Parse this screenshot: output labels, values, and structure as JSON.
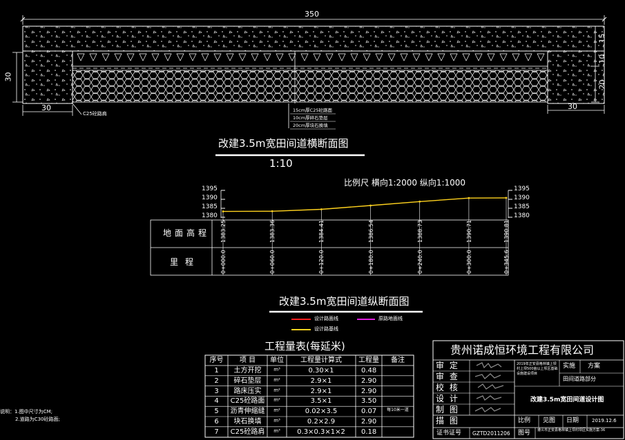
{
  "cross_section": {
    "dim_total_width": "350",
    "dim_height_left": "30",
    "dim_shoulder_left": "30",
    "dim_shoulder_right": "30",
    "dim_layer_top": "15",
    "dim_layer_mid": "10",
    "dim_layer_bottom": "20",
    "shoulder_label": "C25砼路肩",
    "layer_notes": [
      "15cm厚C25砼路面",
      "10cm厚碎石垫层",
      "20cm厚块石换填"
    ],
    "title": "改建3.5m宽田间道横断面图",
    "scale": "1:10"
  },
  "profile": {
    "scale_text": "比例尺  横向1:2000 纵向1:1000",
    "y_ticks": [
      "1395",
      "1390",
      "1385",
      "1380"
    ],
    "row_ground_label": "地面高程",
    "row_station_label": "里程",
    "elevations": [
      "1383.25",
      "1383.36",
      "1384.41",
      "1386.54",
      "1388.73",
      "1390.71",
      "1390.81"
    ],
    "stations": [
      "0+000.0",
      "0+060.0",
      "0+120.0",
      "0+180.0",
      "0+240.0",
      "0+300.0",
      "0+345.6"
    ],
    "title": "改建3.5m宽田间道纵断面图",
    "legend": [
      {
        "label": "设计路面线",
        "color": "#ff2020"
      },
      {
        "label": "原路地面线",
        "color": "#e020e0"
      },
      {
        "label": "设计路基线",
        "color": "#ffd21e"
      }
    ]
  },
  "chart_data": {
    "type": "line",
    "title": "改建3.5m宽田间道纵断面图",
    "xlabel": "里程",
    "ylabel": "地面高程",
    "x": [
      "0+000.0",
      "0+060.0",
      "0+120.0",
      "0+180.0",
      "0+240.0",
      "0+300.0",
      "0+345.6"
    ],
    "x_numeric": [
      0,
      60,
      120,
      180,
      240,
      300,
      345.6
    ],
    "ylim": [
      1380,
      1395
    ],
    "series": [
      {
        "name": "设计路基线",
        "values": [
          1383.25,
          1383.36,
          1384.41,
          1386.54,
          1388.73,
          1390.71,
          1390.81
        ]
      }
    ]
  },
  "quantity_table": {
    "title": "工程量表(每延米)",
    "headers": [
      "序号",
      "项 目",
      "单位",
      "工程量计算式",
      "工程量",
      "备注"
    ],
    "rows": [
      [
        "1",
        "土方开挖",
        "m³",
        "0.30×1",
        "0.48",
        ""
      ],
      [
        "2",
        "碎石垫层",
        "m²",
        "2.9×1",
        "2.90",
        ""
      ],
      [
        "3",
        "路床压实",
        "m²",
        "2.9×1",
        "2.90",
        ""
      ],
      [
        "4",
        "C25砼路面",
        "m²",
        "3.5×1",
        "3.50",
        ""
      ],
      [
        "5",
        "沥青伸缩缝",
        "m²",
        "0.02×3.5",
        "0.07",
        "每10米一道"
      ],
      [
        "6",
        "块石换填",
        "m³",
        "0.2×2.9",
        "2.90",
        ""
      ],
      [
        "7",
        "C25砼路肩",
        "m³",
        "0.3×0.3×1×2",
        "0.18",
        ""
      ]
    ]
  },
  "notes": [
    "说明：1.图中尺寸为CM;",
    "2.道路为C30砼路面;"
  ],
  "title_block": {
    "company": "贵州诺成恒环境工程有限公司",
    "roles": [
      "审  定",
      "审  查",
      "校  核",
      "设  计",
      "制  图",
      "描  图"
    ],
    "project": "2019年正安县格林镇上坝村上坝500亩以上坝区基础设施建设项目",
    "stage_label": "实施",
    "stage_value": "方案",
    "part": "田间道路部分",
    "drawing_title": "改建3.5m宽田间道设计图",
    "scale_label": "比例",
    "scale_value": "见图",
    "date_label": "日期",
    "date_value": "2019.12.6",
    "cert_label": "证书证号",
    "cert_value": "GZTD2011206",
    "fig_label": "图号",
    "fig_value": "遵义市正安县格林镇上坝村坝区实施方案-36"
  }
}
